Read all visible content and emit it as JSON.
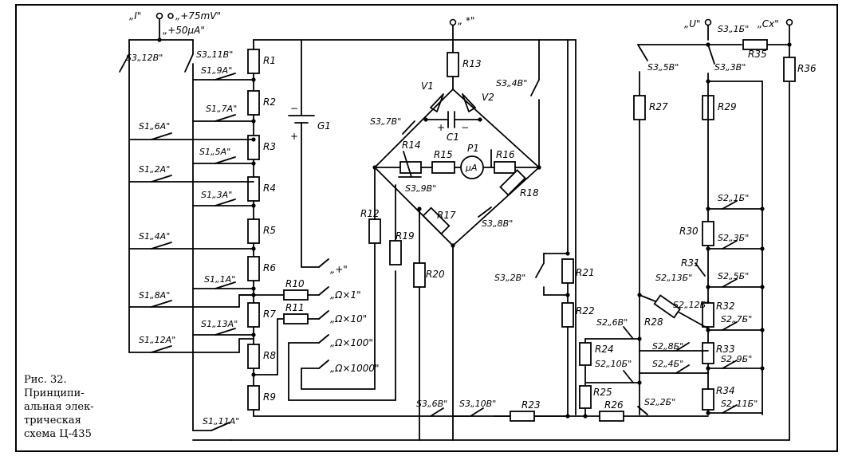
{
  "terminals": {
    "t_i": "„I\"",
    "t_75mv": "„+75mV\"",
    "t_50ua": "„+50μA\"",
    "t_star": "„ *\"",
    "t_u": "„U\"",
    "t_cx": "„Cx\"",
    "t_plus": "„+\"",
    "t_ohm1": "„Ω×1\"",
    "t_ohm10": "„Ω×10\"",
    "t_ohm100": "„Ω×100\"",
    "t_ohm1000": "„Ω×1000\""
  },
  "resistors": {
    "r1": "R1",
    "r2": "R2",
    "r3": "R3",
    "r4": "R4",
    "r5": "R5",
    "r6": "R6",
    "r7": "R7",
    "r8": "R8",
    "r9": "R9",
    "r10": "R10",
    "r11": "R11",
    "r12": "R12",
    "r13": "R13",
    "r14": "R14",
    "r15": "R15",
    "r16": "R16",
    "r17": "R17",
    "r18": "R18",
    "r19": "R19",
    "r20": "R20",
    "r21": "R21",
    "r22": "R22",
    "r23": "R23",
    "r24": "R24",
    "r25": "R25",
    "r26": "R26",
    "r27": "R27",
    "r28": "R28",
    "r29": "R29",
    "r30": "R30",
    "r31": "R31",
    "r32": "R32",
    "r33": "R33",
    "r34": "R34",
    "r35": "R35",
    "r36": "R36"
  },
  "components": {
    "g1": "G1",
    "v1": "V1",
    "v2": "V2",
    "c1": "C1",
    "p1": "P1",
    "meter_unit": "μA",
    "cap_plus": "+",
    "cap_minus": "−",
    "bat_plus": "+",
    "bat_minus": "−"
  },
  "switches": {
    "s3_12v": "S3„12В\"",
    "s3_11v": "S3„11В\"",
    "s1_9a": "S1„9A\"",
    "s1_7a": "S1„7A\"",
    "s1_6a": "S1„6A\"",
    "s1_5a": "S1„5A\"",
    "s1_2a": "S1„2A\"",
    "s1_3a": "S1„3A\"",
    "s1_4a": "S1„4A\"",
    "s1_1a": "S1„1A\"",
    "s1_8a": "S1„8A\"",
    "s1_13a": "S1„13A\"",
    "s1_12a": "S1„12A\"",
    "s1_11a": "S1„11A\"",
    "s3_4v": "S3„4В\"",
    "s3_7v": "S3„7В\"",
    "s3_9v": "S3„9В\"",
    "s3_8v": "S3„8В\"",
    "s3_2v": "S3„2В\"",
    "s3_6v": "S3„6В\"",
    "s3_10v": "S3„10В\"",
    "s3_5v": "S3„5В\"",
    "s3_1b": "S3„1Б\"",
    "s3_3v": "S3„3В\"",
    "s2_1b": "S2„1Б\"",
    "s2_3b": "S2„3Б\"",
    "s2_13b": "S2„13Б\"",
    "s2_5b": "S2„5Б\"",
    "s2_12b": "S2„12Б\"",
    "s2_7b": "S2„7Б\"",
    "s2_6v": "S2„6В\"",
    "s2_8b": "S2„8Б\"",
    "s2_10b": "S2„10Б\"",
    "s2_4b": "S2„4Б\"",
    "s2_9b": "S2„9Б\"",
    "s2_2b": "S2„2Б\"",
    "s2_11b": "S2„11Б\""
  },
  "caption": {
    "line1": "Рис. 32.",
    "line2": "Принципи-",
    "line3": "альная элек-",
    "line4": "трическая",
    "line5": "схема Ц-435"
  }
}
